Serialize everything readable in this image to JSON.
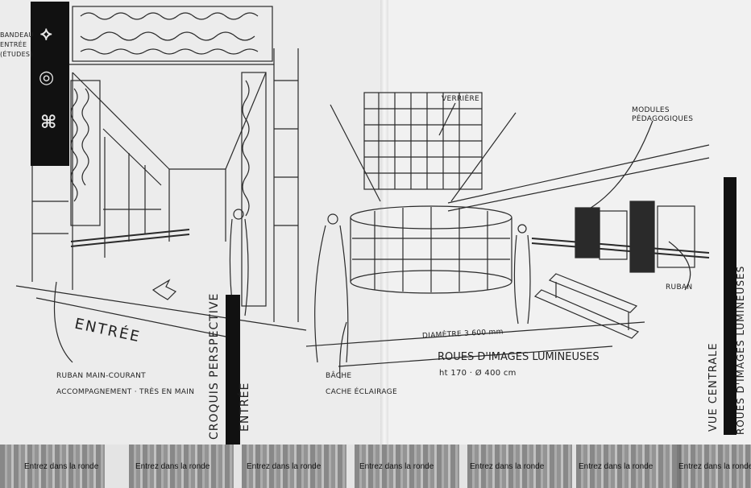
{
  "left_banner": {
    "label_top": "BANDEAU ENTRÉE",
    "label_sub": "(ÉTUDES)"
  },
  "left_page": {
    "entree_label": "ENTRÉE",
    "ruban_line1": "RUBAN MAIN-COURANT",
    "ruban_line2": "ACCOMPAGNEMENT · TRÈS EN MAIN",
    "croquis_label": "CROQUIS PERSPECTIVE",
    "entree_vertical": "ENTRÉE"
  },
  "right_page": {
    "verriere": "VERRIÈRE",
    "modules": "MODULES PÉDAGOGIQUES",
    "ruban": "RUBAN",
    "diametre": "DIAMÈTRE 3 600 mm",
    "roues_title": "ROUES D'IMAGES LUMINEUSES",
    "roues_dims": "ht 170 · Ø 400 cm",
    "bache_line1": "BÂCHE",
    "bache_line2": "CACHE ÉCLAIRAGE",
    "vue_centrale": "VUE CENTRALE",
    "roues_vertical": "ROUES D'IMAGES LUMINEUSES"
  },
  "footer_strip": {
    "caption": "Entrez dans la ronde",
    "repeat_count": 7
  }
}
